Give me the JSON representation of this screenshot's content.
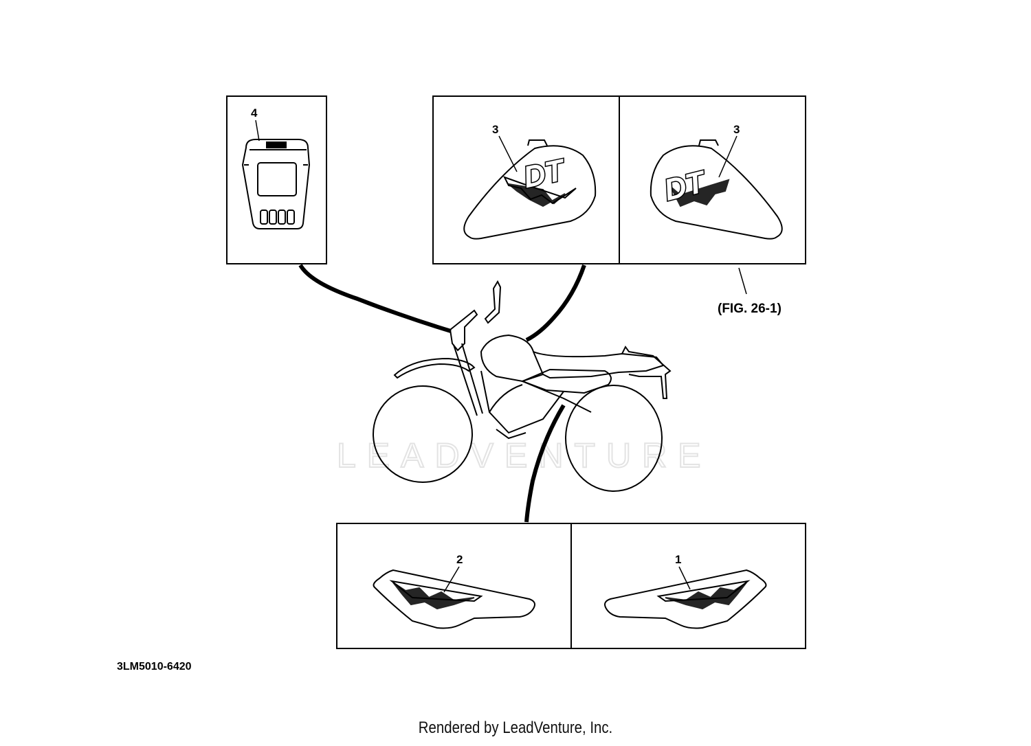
{
  "callouts": {
    "c1": "1",
    "c2": "2",
    "c3_left": "3",
    "c3_right": "3",
    "c4": "4"
  },
  "decal_text": {
    "left": "DT",
    "right": "DT"
  },
  "figure_reference": "(FIG. 26-1)",
  "part_code": "3LM5010-6420",
  "watermark": "LEADVENTURE",
  "footer": "Rendered by LeadVenture, Inc."
}
